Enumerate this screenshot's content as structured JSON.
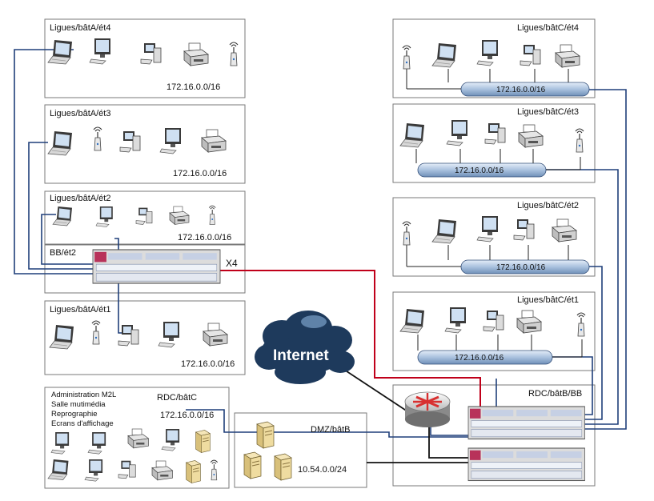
{
  "zones": {
    "a4": "Ligues/bâtA/ét4",
    "a3": "Ligues/bâtA/ét3",
    "a2": "Ligues/bâtA/ét2",
    "bb2": "BB/ét2",
    "a1": "Ligues/bâtA/ét1",
    "c4": "Ligues/bâtC/ét4",
    "c3": "Ligues/bâtC/ét3",
    "c2": "Ligues/bâtC/ét2",
    "c1": "Ligues/bâtC/ét1",
    "rdc_bb": "RDC/bâtB/BB",
    "rdc_c": "RDC/bâtC",
    "dmz": "DMZ/bâtB"
  },
  "subnets": {
    "a4": "172.16.0.0/16",
    "a3": "172.16.0.0/16",
    "a2": "172.16.0.0/16",
    "a1": "172.16.0.0/16",
    "c4": "172.16.0.0/16",
    "c3": "172.16.0.0/16",
    "c2": "172.16.0.0/16",
    "c1": "172.16.0.0/16",
    "rdc_c": "172.16.0.0/16",
    "dmz": "10.54.0.0/24"
  },
  "stack_label": "X4",
  "internet_label": "Internet",
  "rdc_c_services": [
    "Administration M2L",
    "Salle mutimédia",
    "Reprographie",
    "Ecrans d'affichage"
  ],
  "colors": {
    "trunk_blue": "#1f3f7a",
    "internet_red": "#c0001a",
    "bus_fill": "#b9cde5",
    "cloud": "#1e3a5c",
    "switch_face": "#dcdcdc",
    "router_red": "#d83030"
  },
  "icons": [
    "laptop-icon",
    "desktop-computer-icon",
    "workstation-icon",
    "printer-icon",
    "wifi-access-point-icon",
    "server-icon",
    "router-icon",
    "switch-icon",
    "internet-cloud-icon",
    "network-bus-icon"
  ]
}
